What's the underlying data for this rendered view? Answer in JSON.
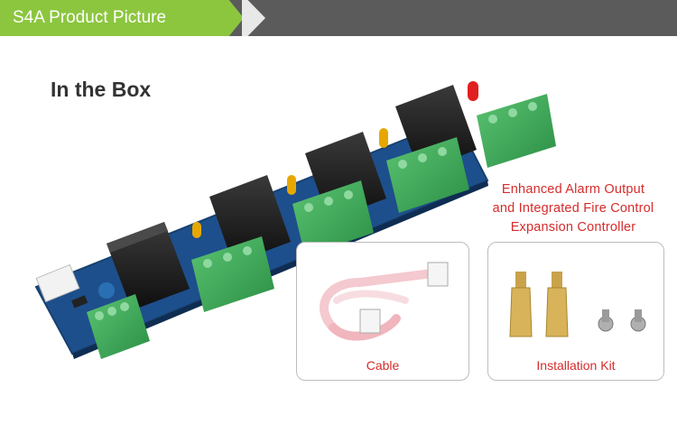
{
  "header": {
    "title": "S4A Product Picture"
  },
  "section": {
    "title": "In the Box"
  },
  "product": {
    "description": [
      "Enhanced Alarm Output",
      "and Integrated Fire Control",
      "Expansion Controller"
    ]
  },
  "boxes": [
    {
      "label": "Cable"
    },
    {
      "label": "Installation Kit"
    }
  ],
  "colors": {
    "header_green": "#8cc63f",
    "header_gray": "#5b5b5b",
    "label_red": "#d62b2b",
    "board_blue": "#1d4f8c",
    "terminal_green": "#3fae5a"
  }
}
